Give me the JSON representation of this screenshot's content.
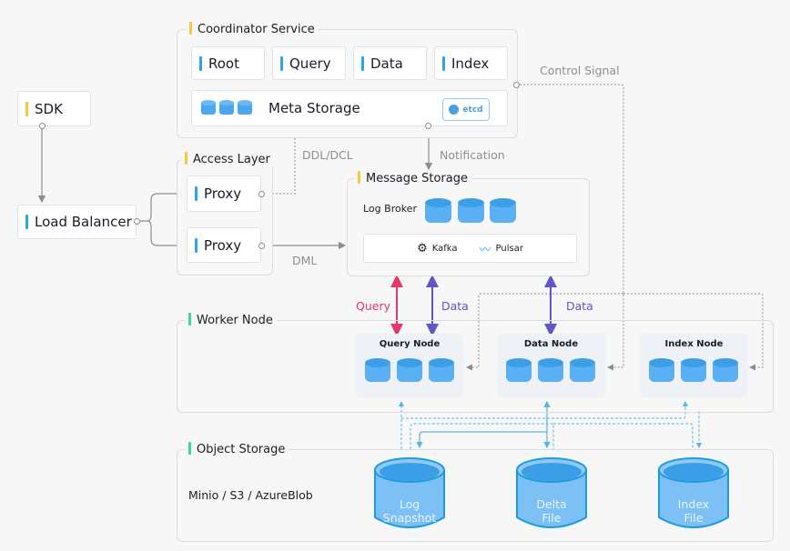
{
  "colors": {
    "yellow_bar": "#f5c842",
    "blue_bar": "#2aa6e0",
    "green_bar": "#3ed6a0",
    "query_red": "#e8356b",
    "data_purple": "#6254c9",
    "db_blue": "#4aa6f0",
    "line_gray": "#8a8d93",
    "dashed_cyan": "#5ab4dc"
  },
  "sdk": {
    "label": "SDK"
  },
  "load_balancer": {
    "label": "Load Balancer"
  },
  "coordinator": {
    "title": "Coordinator Service",
    "items": [
      {
        "label": "Root"
      },
      {
        "label": "Query"
      },
      {
        "label": "Data"
      },
      {
        "label": "Index"
      }
    ],
    "meta_storage": {
      "label": "Meta Storage",
      "badge": "etcd"
    }
  },
  "access_layer": {
    "title": "Access Layer",
    "proxies": [
      {
        "label": "Proxy"
      },
      {
        "label": "Proxy"
      }
    ]
  },
  "message_storage": {
    "title": "Message Storage",
    "log_broker": "Log Broker",
    "kafka": "Kafka",
    "pulsar": "Pulsar"
  },
  "edge_labels": {
    "control_signal": "Control Signal",
    "ddl_dcl": "DDL/DCL",
    "notification": "Notification",
    "dml": "DML",
    "query": "Query",
    "data_1": "Data",
    "data_2": "Data"
  },
  "worker_node": {
    "title": "Worker Node",
    "nodes": [
      {
        "label": "Query Node"
      },
      {
        "label": "Data Node"
      },
      {
        "label": "Index Node"
      }
    ]
  },
  "object_storage": {
    "title": "Object Storage",
    "backends": "Minio / S3 / AzureBlob",
    "stores": [
      {
        "line1": "Log",
        "line2": "Snapshot"
      },
      {
        "line1": "Delta",
        "line2": "File"
      },
      {
        "line1": "Index",
        "line2": "File"
      }
    ]
  }
}
